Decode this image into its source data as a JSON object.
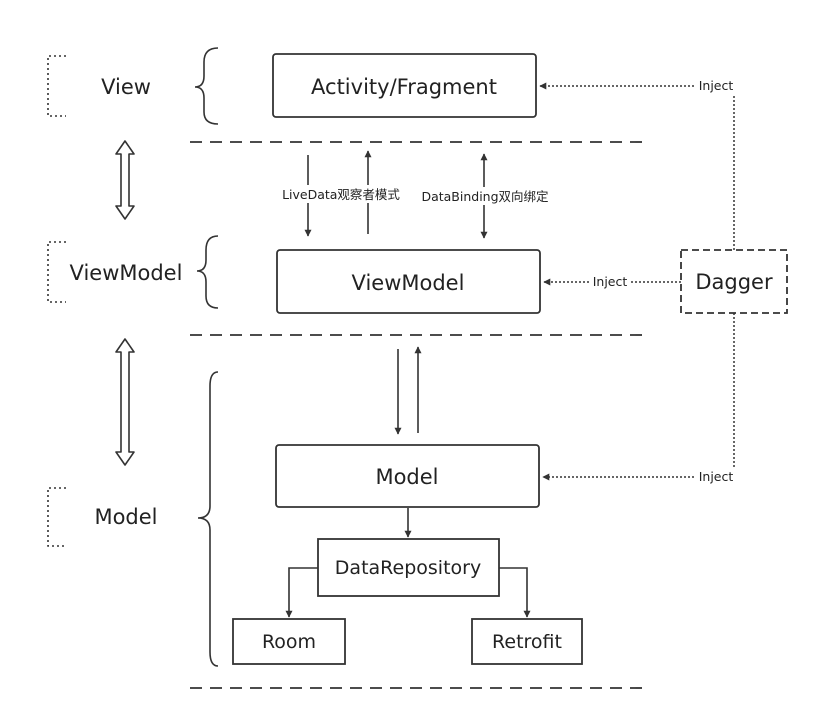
{
  "layers": {
    "view": "View",
    "viewmodel": "ViewModel",
    "model": "Model"
  },
  "boxes": {
    "activity": "Activity/Fragment",
    "viewmodel": "ViewModel",
    "model": "Model",
    "repository": "DataRepository",
    "room": "Room",
    "retrofit": "Retrofit",
    "dagger": "Dagger"
  },
  "edges": {
    "livedata": "LiveData观察者模式",
    "databinding": "DataBinding双向绑定",
    "inject_view": "Inject",
    "inject_viewmodel": "Inject",
    "inject_model": "Inject"
  },
  "colors": {
    "line": "#333333",
    "background": "#ffffff"
  }
}
